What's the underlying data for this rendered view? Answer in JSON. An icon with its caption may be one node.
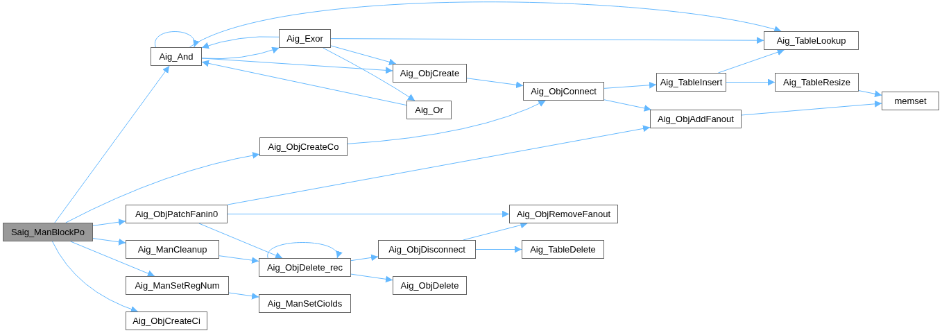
{
  "diagram": {
    "nodes": [
      {
        "text": [
          "Saig_ManBlockPo"
        ]
      },
      {
        "text": [
          "Aig_And"
        ]
      },
      {
        "text": [
          "Aig_Exor"
        ]
      },
      {
        "text": [
          "Aig_TableLookup"
        ]
      },
      {
        "text": [
          "Aig_ObjCreate"
        ]
      },
      {
        "text": [
          "Aig_ObjConnect"
        ]
      },
      {
        "text": [
          "Aig_Or"
        ]
      },
      {
        "text": [
          "Aig_TableInsert"
        ]
      },
      {
        "text": [
          "Aig_TableResize"
        ]
      },
      {
        "text": [
          "memset"
        ]
      },
      {
        "text": [
          "Aig_ObjAddFanout"
        ]
      },
      {
        "text": [
          "Aig_ObjCreateCo"
        ]
      },
      {
        "text": [
          "Aig_ObjPatchFanin0"
        ]
      },
      {
        "text": [
          "Aig_ObjRemoveFanout"
        ]
      },
      {
        "text": [
          "Aig_ManCleanup"
        ]
      },
      {
        "text": [
          "Aig_ObjDelete_rec"
        ]
      },
      {
        "text": [
          "Aig_ObjDisconnect"
        ]
      },
      {
        "text": [
          "Aig_TableDelete"
        ]
      },
      {
        "text": [
          "Aig_ObjDelete"
        ]
      },
      {
        "text": [
          "Aig_ManSetRegNum"
        ]
      },
      {
        "text": [
          "Aig_ManSetCioIds"
        ]
      },
      {
        "text": [
          "Aig_ObjCreateCi"
        ]
      }
    ],
    "edges": [
      {
        "from": 0,
        "to": 1,
        "arrow": "to"
      },
      {
        "from": 0,
        "to": 11,
        "arrow": "to"
      },
      {
        "from": 0,
        "to": 12,
        "arrow": "to"
      },
      {
        "from": 0,
        "to": 14,
        "arrow": "to"
      },
      {
        "from": 0,
        "to": 19,
        "arrow": "to"
      },
      {
        "from": 0,
        "to": 21,
        "arrow": "to"
      },
      {
        "from": 1,
        "to": 1,
        "arrow": "to"
      },
      {
        "from": 1,
        "to": 2,
        "arrow": "to"
      },
      {
        "from": 1,
        "to": 3,
        "arrow": "to"
      },
      {
        "from": 1,
        "to": 4,
        "arrow": "to"
      },
      {
        "from": 2,
        "to": 1,
        "arrow": "to"
      },
      {
        "from": 2,
        "to": 3,
        "arrow": "to"
      },
      {
        "from": 2,
        "to": 4,
        "arrow": "to"
      },
      {
        "from": 2,
        "to": 6,
        "arrow": "to"
      },
      {
        "from": 6,
        "to": 1,
        "arrow": "to"
      },
      {
        "from": 4,
        "to": 5,
        "arrow": "to"
      },
      {
        "from": 5,
        "to": 7,
        "arrow": "to"
      },
      {
        "from": 5,
        "to": 10,
        "arrow": "to"
      },
      {
        "from": 7,
        "to": 3,
        "arrow": "to"
      },
      {
        "from": 7,
        "to": 8,
        "arrow": "to"
      },
      {
        "from": 8,
        "to": 9,
        "arrow": "to"
      },
      {
        "from": 10,
        "to": 9,
        "arrow": "to"
      },
      {
        "from": 11,
        "to": 5,
        "arrow": "to"
      },
      {
        "from": 12,
        "to": 10,
        "arrow": "to"
      },
      {
        "from": 12,
        "to": 13,
        "arrow": "to"
      },
      {
        "from": 12,
        "to": 15,
        "arrow": "to"
      },
      {
        "from": 14,
        "to": 15,
        "arrow": "to"
      },
      {
        "from": 15,
        "to": 15,
        "arrow": "to"
      },
      {
        "from": 15,
        "to": 16,
        "arrow": "to"
      },
      {
        "from": 15,
        "to": 18,
        "arrow": "to"
      },
      {
        "from": 16,
        "to": 13,
        "arrow": "to"
      },
      {
        "from": 16,
        "to": 17,
        "arrow": "to"
      },
      {
        "from": 19,
        "to": 20,
        "arrow": "to"
      }
    ]
  }
}
